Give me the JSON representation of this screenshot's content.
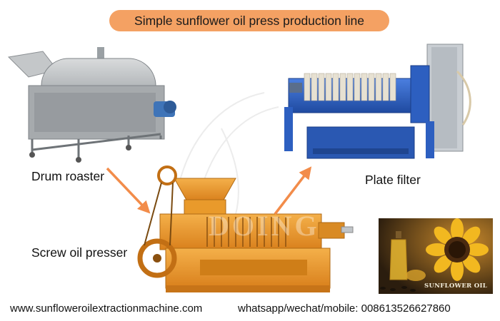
{
  "title": "Simple sunflower oil press production line",
  "labels": {
    "drum_roaster": "Drum roaster",
    "plate_filter": "Plate filter",
    "screw_oil_presser": "Screw oil presser"
  },
  "watermark": "DOING",
  "photo_caption": "SUNFLOWER OIL",
  "footer": {
    "website": "www.sunfloweroilextractionmachine.com",
    "contact": "whatsapp/wechat/mobile: 008613526627860"
  },
  "colors": {
    "title_pill": "#f4a163",
    "arrow": "#f28c4a",
    "filter_blue": "#2d5fc0",
    "press_orange": "#e99a2b"
  }
}
